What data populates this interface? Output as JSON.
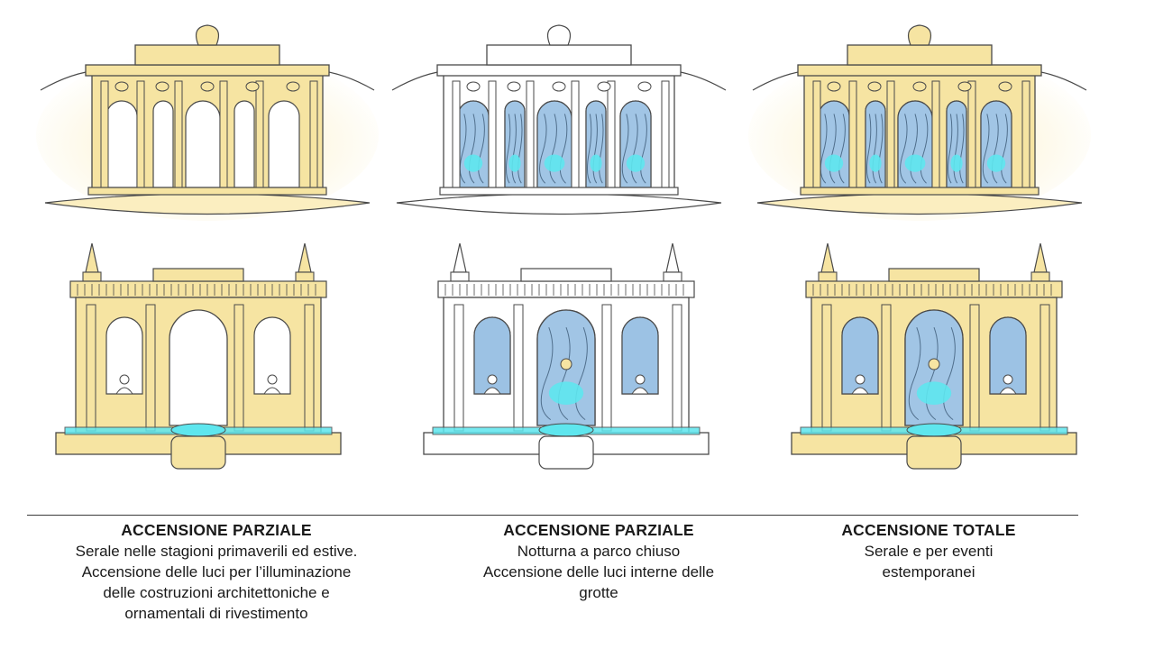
{
  "captions": [
    {
      "title": "ACCENSIONE PARZIALE",
      "lines": [
        "Serale nelle stagioni primaverili ed estive.",
        "Accensione delle luci per l’illuminazione",
        "delle costruzioni architettoniche e",
        "ornamentali di rivestimento"
      ]
    },
    {
      "title": "ACCENSIONE PARZIALE",
      "lines": [
        "Notturna a parco chiuso",
        "Accensione delle luci interne delle",
        "grotte"
      ]
    },
    {
      "title": "ACCENSIONE TOTALE",
      "lines": [
        "Serale e per eventi",
        "estemporanei"
      ]
    }
  ],
  "scenarios": [
    {
      "facade_lit": true,
      "grottoes_lit": false
    },
    {
      "facade_lit": false,
      "grottoes_lit": true
    },
    {
      "facade_lit": true,
      "grottoes_lit": true
    }
  ],
  "colors": {
    "facade_light": "#f6e4a2",
    "glow": "#fbeec0",
    "grotto_blue": "#9cc2e4",
    "water_cyan": "#5ee6ee",
    "line": "#4a4a4a"
  }
}
